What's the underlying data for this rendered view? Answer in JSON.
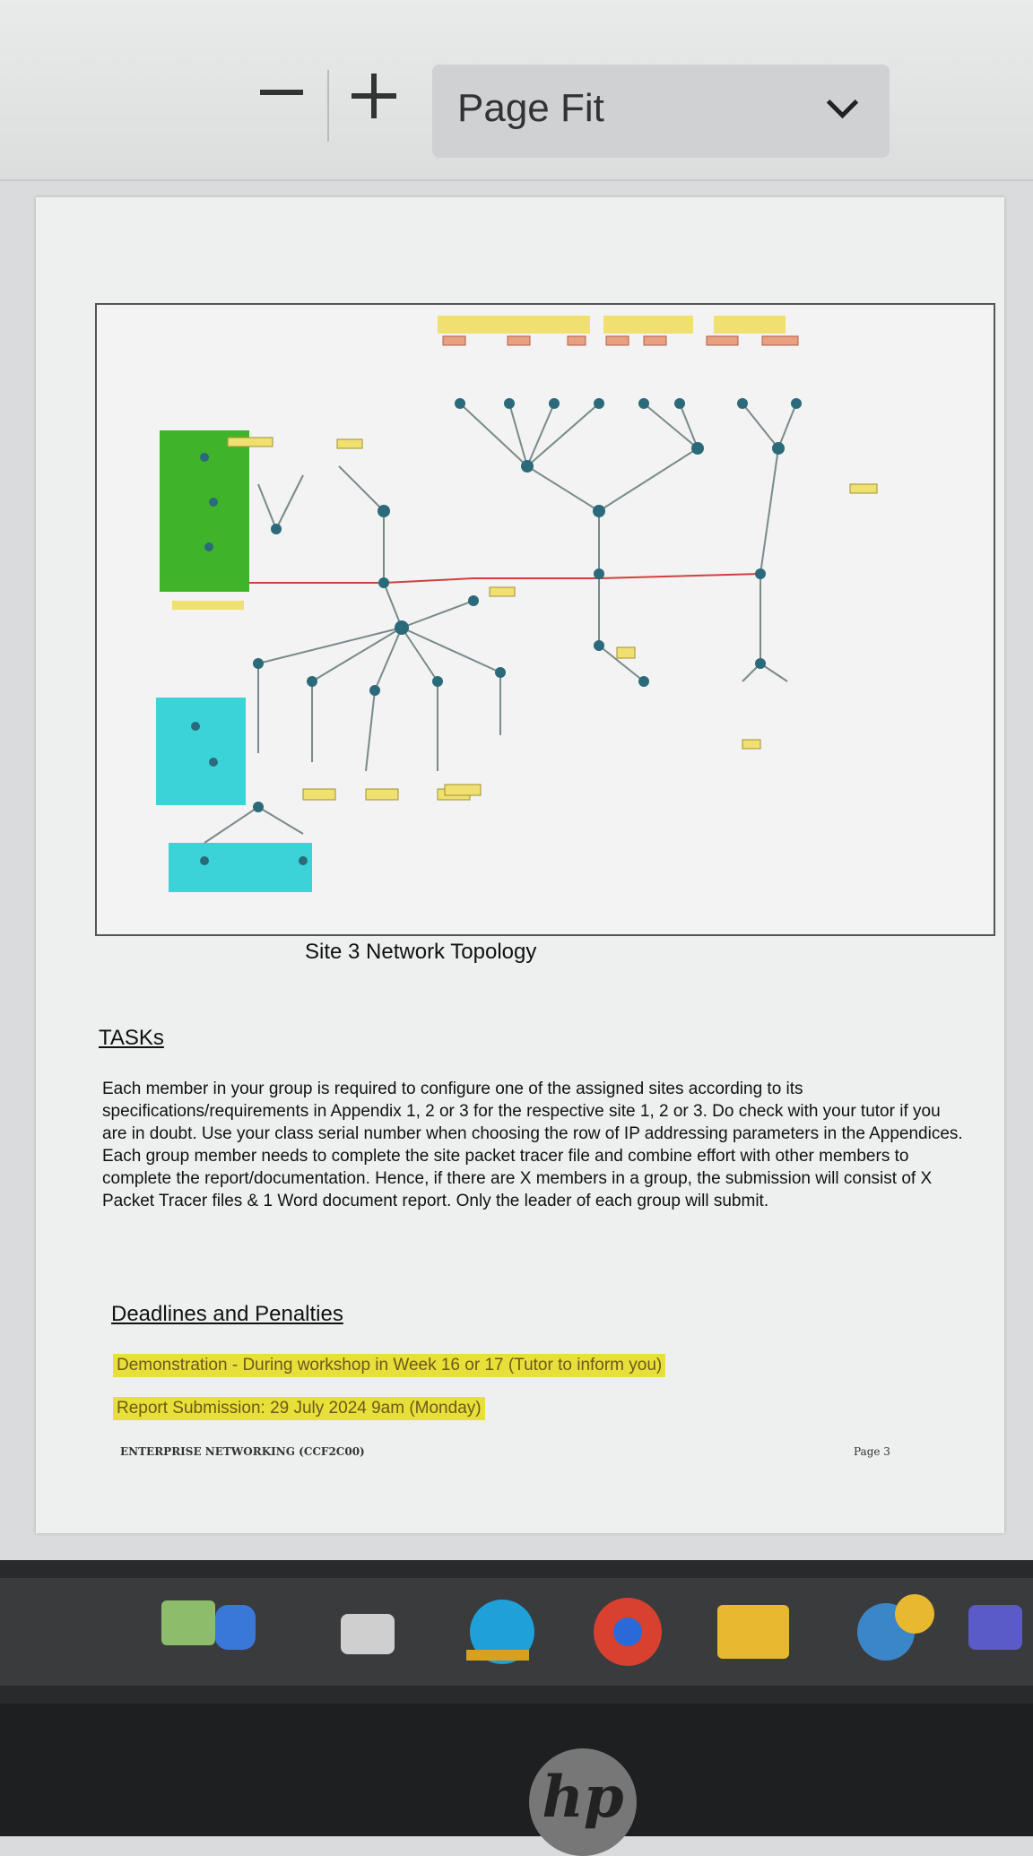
{
  "toolbar": {
    "zoom_out_label": "zoom-out",
    "zoom_in_label": "zoom-in",
    "zoom_value": "Page Fit"
  },
  "document": {
    "figure_caption": "Site 3 Network Topology",
    "tasks_heading": "TASKs",
    "tasks_paragraph_1": "Each member in your group is required to configure one of the assigned sites according to its specifications/requirements in Appendix 1, 2 or 3 for the respective site 1, 2 or 3. Do check with your tutor if you are in doubt. Use your class serial number when choosing the row of IP addressing parameters in the Appendices.",
    "tasks_paragraph_2": "Each group member needs to complete the site packet tracer file and combine effort with other members to complete the report/documentation. Hence, if there are X members in a group, the submission will consist of X Packet Tracer files & 1 Word document report. Only the leader of each group will submit.",
    "deadlines_heading": "Deadlines and Penalties",
    "deadline_demo": "Demonstration - During workshop in Week 16 or 17 (Tutor to inform you)",
    "deadline_report": "Report Submission: 29 July 2024 9am (Monday)",
    "footer_left": "ENTERPRISE NETWORKING (CCF2C00)",
    "footer_right": "Page 3"
  },
  "taskbar": {
    "icons": [
      "notepad-icon",
      "app-icon",
      "terminal-icon",
      "edge-icon",
      "chrome-icon",
      "file-explorer-icon",
      "help-icon",
      "teams-icon"
    ]
  },
  "colors": {
    "highlight": "#e8e03a",
    "site_green": "#3fb42a",
    "site_cyan": "#3ad4d8",
    "link_red": "#d04040",
    "label_yellow": "#f0e070"
  }
}
